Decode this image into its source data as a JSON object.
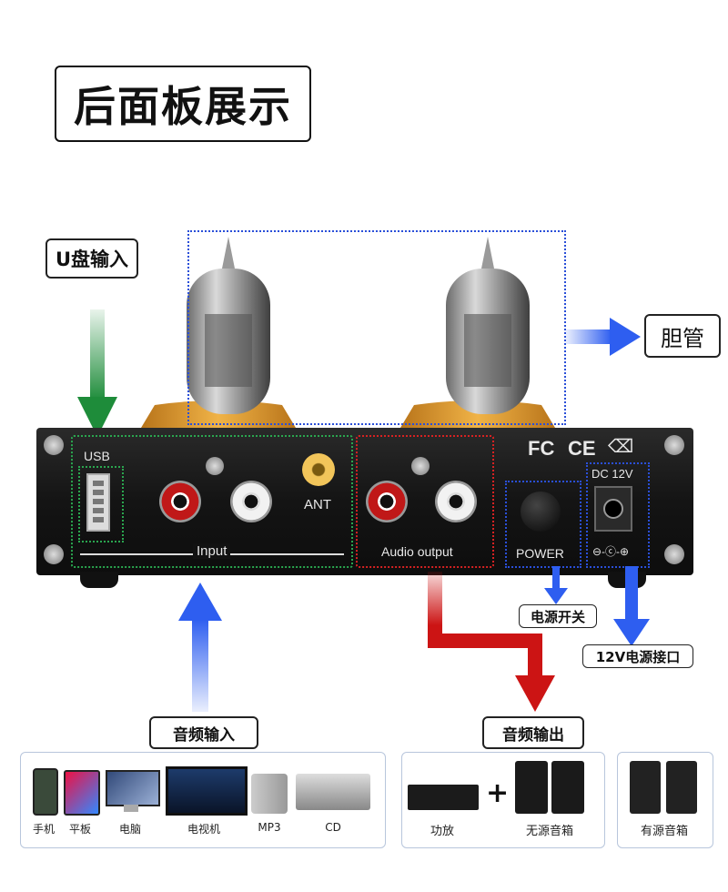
{
  "title": "后面板展示",
  "labels": {
    "usb_input": "U盘输入",
    "tubes": "胆管",
    "power_switch": "电源开关",
    "dc_input": "12V电源接口",
    "audio_in": "音频输入",
    "audio_out": "音频输出"
  },
  "panel": {
    "usb": "USB",
    "input": "Input",
    "ant": "ANT",
    "audio_output": "Audio output",
    "power": "POWER",
    "dc": "DC 12V",
    "cert_fc": "FC",
    "cert_ce": "CE"
  },
  "input_devices": [
    "手机",
    "平板",
    "电脑",
    "电视机",
    "MP3",
    "CD"
  ],
  "output_devices": [
    "功放",
    "无源音箱"
  ],
  "active_device": "有源音箱",
  "colors": {
    "arrow_blue": "#2e5ef0",
    "arrow_green": "#1e8c3a",
    "arrow_red": "#cc1414",
    "tube_base": "#e0a02a"
  }
}
